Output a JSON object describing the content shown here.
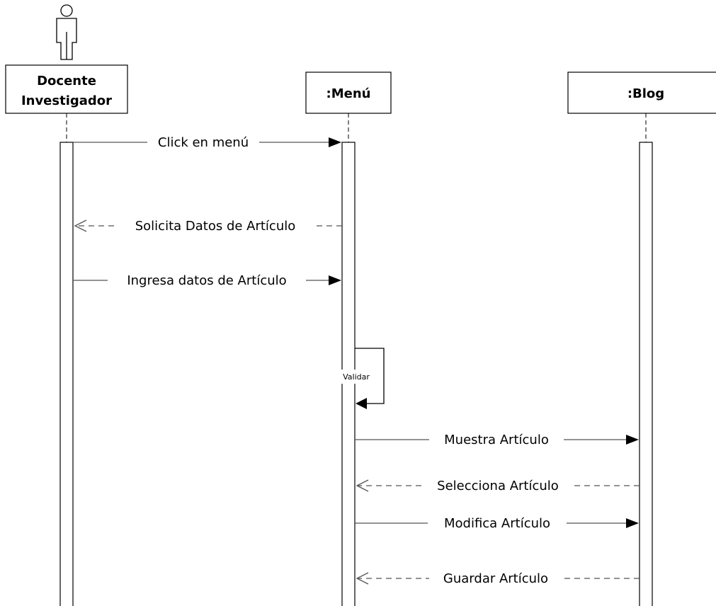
{
  "lifelines": [
    {
      "id": "docente",
      "line1": "Docente",
      "line2": "Investigador"
    },
    {
      "id": "menu",
      "label": ":Menú"
    },
    {
      "id": "blog",
      "label": ":Blog"
    }
  ],
  "messages": [
    {
      "id": "m1",
      "text": "Click en menú",
      "from": "docente",
      "to": "menu",
      "kind": "call"
    },
    {
      "id": "m2",
      "text": "Solicita Datos de Artículo",
      "from": "menu",
      "to": "docente",
      "kind": "return"
    },
    {
      "id": "m3",
      "text": "Ingresa datos de Artículo",
      "from": "docente",
      "to": "menu",
      "kind": "call"
    },
    {
      "id": "m4",
      "text": "Validar",
      "from": "menu",
      "to": "menu",
      "kind": "self"
    },
    {
      "id": "m5",
      "text": "Muestra Artículo",
      "from": "menu",
      "to": "blog",
      "kind": "call"
    },
    {
      "id": "m6",
      "text": "Selecciona Artículo",
      "from": "blog",
      "to": "menu",
      "kind": "return"
    },
    {
      "id": "m7",
      "text": "Modifica Artículo",
      "from": "menu",
      "to": "blog",
      "kind": "call"
    },
    {
      "id": "m8",
      "text": "Guardar Artículo",
      "from": "blog",
      "to": "menu",
      "kind": "return"
    }
  ]
}
